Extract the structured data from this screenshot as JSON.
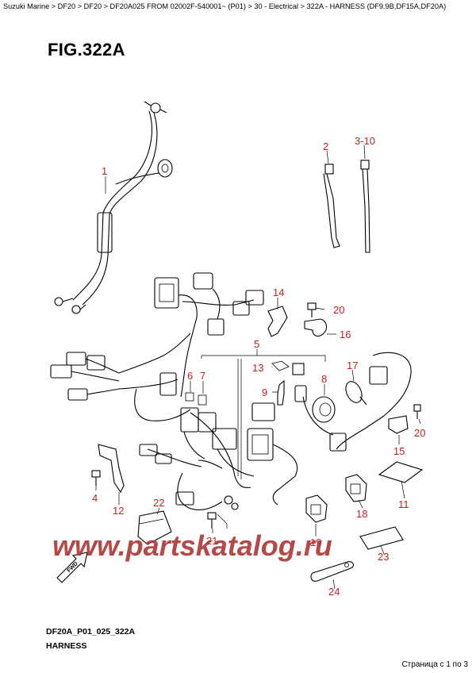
{
  "breadcrumb": "Suzuki Marine > DF20 > DF20 > DF20A025 FROM 02002F-540001~ (P01) > 30 - Electrical > 322A - HARNESS (DF9.9B,DF15A,DF20A)",
  "figure_title": "FIG.322A",
  "diagram_code": "DF20A_P01_025_322A",
  "caption": "HARNESS",
  "page_indicator": "Страница с 1 по 3",
  "watermark": "www.partskatalog.ru",
  "arrow_label": "FWD",
  "callouts": {
    "c1": "1",
    "c2": "2",
    "c3": "3-10",
    "c4": "4",
    "c5": "5",
    "c6": "6",
    "c7": "7",
    "c8": "8",
    "c9": "9",
    "c11": "11",
    "c12": "12",
    "c13": "13",
    "c14": "14",
    "c15": "15",
    "c16": "16",
    "c17": "17",
    "c18": "18",
    "c19": "19",
    "c20a": "20",
    "c20b": "20",
    "c21": "21",
    "c22": "22",
    "c23": "23",
    "c24": "24"
  },
  "colors": {
    "callout": "#c82020",
    "watermark": "#b03535"
  }
}
